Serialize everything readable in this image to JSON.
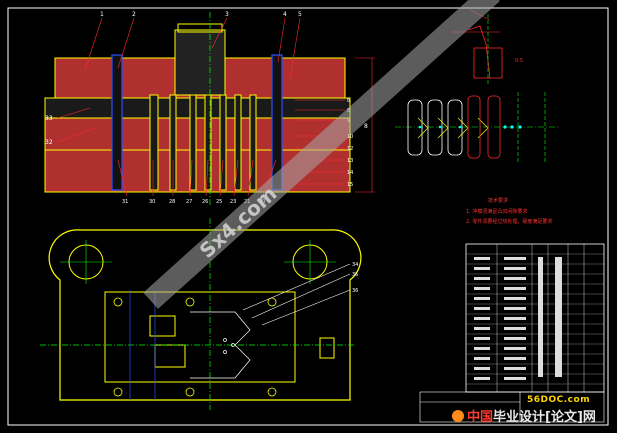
{
  "drawing": {
    "background": "#000000",
    "colors": {
      "outline": "#ffff00",
      "hatch": "#c0392b",
      "centerline": "#00ff00",
      "dim": "#ff2a2a",
      "pins": "#00ffff",
      "blue": "#3050ff",
      "white": "#ffffff",
      "watermark": "#9a9a9a"
    },
    "section_view": {
      "top_callouts": [
        "1",
        "2",
        "3",
        "4",
        "5"
      ],
      "left_callouts": [
        "33",
        "32"
      ],
      "right_callouts": [
        "6",
        "8",
        "9",
        "10",
        "12",
        "13",
        "14",
        "15"
      ],
      "bottom_callouts": [
        "31",
        "30",
        "28",
        "27",
        "26",
        "25",
        "23",
        "21",
        "20"
      ],
      "side_dim": "8"
    },
    "plan_view": {
      "callouts": [
        "34",
        "35",
        "36"
      ]
    },
    "layout_view": {
      "label": "0.5"
    },
    "tech_notes": {
      "title": "技术要求",
      "line1": "1. 冲模须满足凸凹间隙要求",
      "line2": "2. 零件须要经过热处理，硬度满足要求"
    },
    "watermark": {
      "diagonal": "Sx4.com",
      "site": "56DOC.com",
      "brand_prefix": "中国",
      "brand": "毕业设计[论文]网"
    }
  }
}
